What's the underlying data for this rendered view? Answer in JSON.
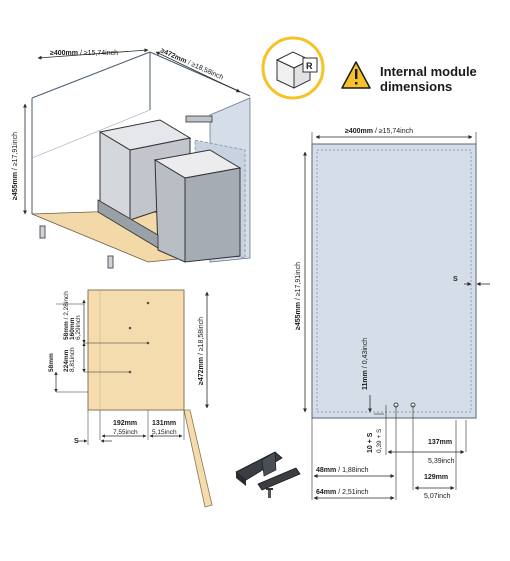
{
  "header": {
    "title_line1": "Internal module",
    "title_line2": "dimensions",
    "warning_icon": "warning-triangle-icon",
    "cabinet_icon_letter": "R"
  },
  "colors": {
    "panel_blue": "#d5dde8",
    "wood": "#f5dcae",
    "line": "#4a5a70",
    "accent_yellow": "#f6c227"
  },
  "top_left": {
    "width": {
      "mm": "≥400mm",
      "inch": "/ ≥15,74inch"
    },
    "depth": {
      "mm": "≥472mm",
      "inch": "/ ≥18,58inch"
    },
    "height": {
      "mm": "≥455mm",
      "inch": "/ ≥17,91inch"
    }
  },
  "side_view": {
    "d160": {
      "mm": "160mm",
      "inch": "6,29inch"
    },
    "d58": {
      "mm": "58mm",
      "inch": "/ 2,28inch"
    },
    "d224": {
      "mm": "224mm",
      "inch": "8,81inch"
    },
    "d472": {
      "mm": "≥472mm",
      "inch": "/ ≥18,58inch"
    },
    "d192": {
      "mm": "192mm",
      "inch": "7,55inch"
    },
    "d131": {
      "mm": "131mm",
      "inch": "5,15inch"
    },
    "s": "S"
  },
  "front_view": {
    "width": {
      "mm": "≥400mm",
      "inch": "/ ≥15,74inch"
    },
    "height": {
      "mm": "≥455mm",
      "inch": "/ ≥17,91inch"
    },
    "d11": {
      "mm": "11mm",
      "inch": "/ 0,43inch"
    },
    "d10s": {
      "mm": "10 + S",
      "inch": "0,39 + S"
    },
    "d137": {
      "mm": "137mm",
      "inch": "5,39inch"
    },
    "d129": {
      "mm": "129mm",
      "inch": "5,07inch"
    },
    "d48": {
      "mm": "48mm",
      "inch": "/ 1,88inch"
    },
    "d64": {
      "mm": "64mm",
      "inch": "/ 2,51inch"
    },
    "s": "S"
  }
}
